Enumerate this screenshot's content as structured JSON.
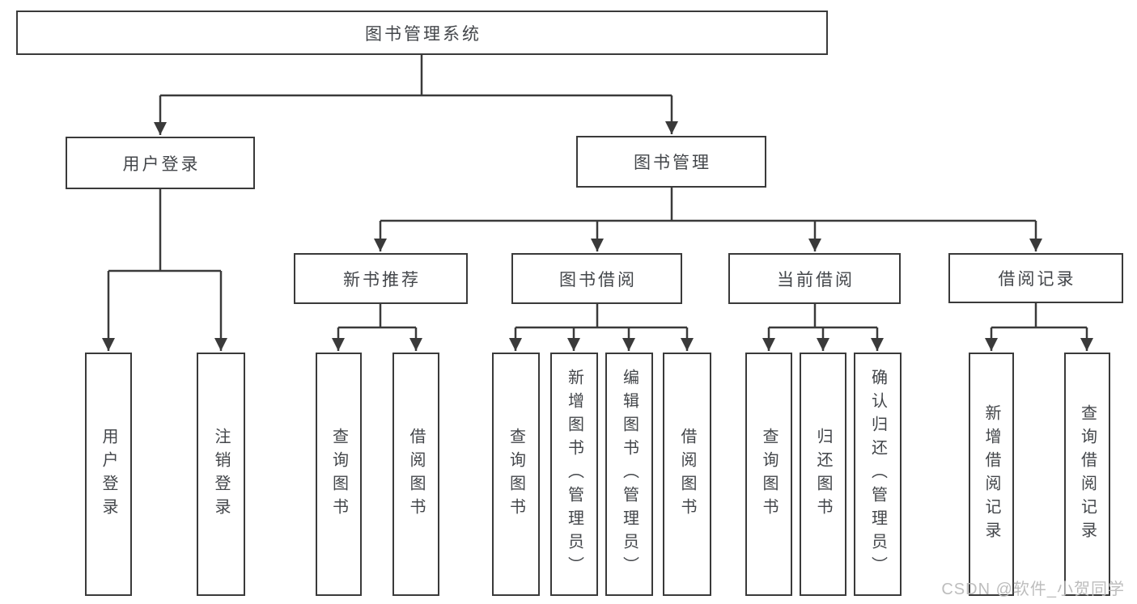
{
  "tree": {
    "root": "图书管理系统",
    "branches": [
      {
        "label": "用户登录",
        "children": [
          "用户登录",
          "注销登录"
        ]
      },
      {
        "label": "图书管理",
        "sections": [
          {
            "label": "新书推荐",
            "children": [
              "查询图书",
              "借阅图书"
            ]
          },
          {
            "label": "图书借阅",
            "children": [
              "查询图书",
              "新增图书（管理员）",
              "编辑图书（管理员）",
              "借阅图书"
            ]
          },
          {
            "label": "当前借阅",
            "children": [
              "查询图书",
              "归还图书",
              "确认归还（管理员）"
            ]
          },
          {
            "label": "借阅记录",
            "children": [
              "新增借阅记录",
              "查询借阅记录"
            ]
          }
        ]
      }
    ]
  },
  "watermark": {
    "text": "CSDN @软件_小贺同学"
  },
  "colors": {
    "line": "#3a3a3a",
    "text": "#43464a",
    "watermark": "#bdbdbd",
    "bg": "#ffffff"
  }
}
